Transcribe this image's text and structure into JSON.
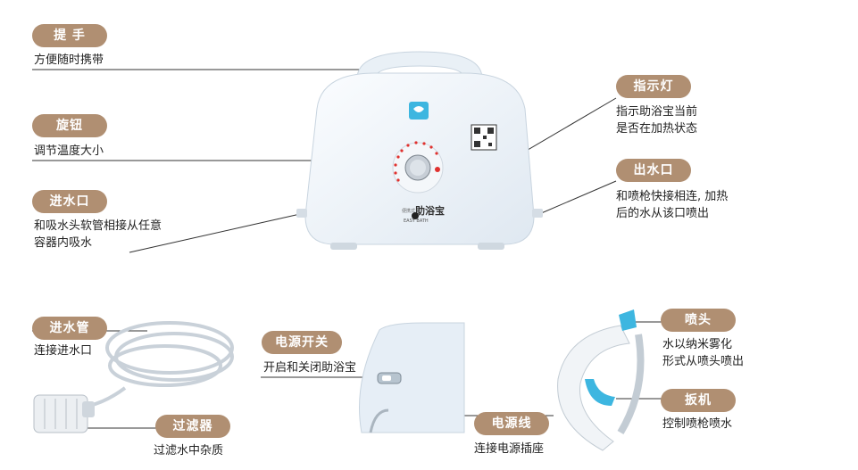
{
  "callouts": {
    "handle": {
      "label": "提 手",
      "desc": [
        "方便随时携带"
      ]
    },
    "knob": {
      "label": "旋钮",
      "desc": [
        "调节温度大小"
      ]
    },
    "inlet": {
      "label": "进水口",
      "desc": [
        "和吸水头软管相接从任意",
        "容器内吸水"
      ]
    },
    "indicator": {
      "label": "指示灯",
      "desc": [
        "指示助浴宝当前",
        "是否在加热状态"
      ]
    },
    "outlet": {
      "label": "出水口",
      "desc": [
        "和喷枪快接相连, 加热",
        "后的水从该口喷出"
      ]
    },
    "pipe": {
      "label": "进水管",
      "desc": [
        "连接进水口"
      ]
    },
    "filter": {
      "label": "过滤器",
      "desc": [
        "过滤水中杂质"
      ]
    },
    "power_switch": {
      "label": "电源开关",
      "desc": [
        "开启和关闭助浴宝"
      ]
    },
    "power_cord": {
      "label": "电源线",
      "desc": [
        "连接电源插座"
      ]
    },
    "nozzle": {
      "label": "喷头",
      "desc": [
        "水以纳米雾化",
        "形式从喷头喷出"
      ]
    },
    "trigger": {
      "label": "扳机",
      "desc": [
        "控制喷枪喷水"
      ]
    }
  },
  "device": {
    "logo_text": "博 雨 居",
    "brand_small": "便携式",
    "brand_name": "助浴宝",
    "brand_en": "EASY BATH"
  },
  "colors": {
    "pill": "#b08f72",
    "device_body": "#eef3f8",
    "accent_blue": "#3db6e0"
  }
}
